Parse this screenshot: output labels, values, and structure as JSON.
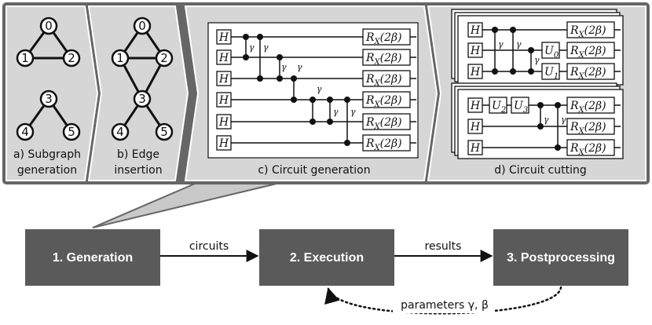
{
  "panels": {
    "subgraph": {
      "line1": "a) Subgraph",
      "line2": "generation"
    },
    "edge": {
      "line1": "b) Edge",
      "line2": "insertion"
    },
    "circuit": {
      "caption": "c) Circuit generation"
    },
    "cutting": {
      "caption": "d) Circuit cutting"
    }
  },
  "graph_a": {
    "nodes": [
      "0",
      "1",
      "2",
      "3",
      "4",
      "5"
    ]
  },
  "graph_b": {
    "nodes": [
      "0",
      "1",
      "2",
      "3",
      "4",
      "5"
    ]
  },
  "circuit": {
    "hadamard": "H",
    "gamma": "γ",
    "rx_gate": "R",
    "rx_sub": "X",
    "rx_arg": "(2β)"
  },
  "cut_gates": {
    "u0": "U",
    "u0_sub": "0",
    "u1": "U",
    "u1_sub": "1",
    "u2": "U",
    "u2_sub": "2",
    "u3": "U",
    "u3_sub": "3"
  },
  "pipeline": {
    "generation": "1. Generation",
    "execution": "2. Execution",
    "postprocessing": "3. Postprocessing",
    "circuits_label": "circuits",
    "results_label": "results",
    "params_label": "parameters γ, β"
  },
  "colors": {
    "outer_frame": "#666666",
    "panel_fill": "#d6d6d6",
    "box_fill": "#5a5a5a",
    "white": "#ffffff"
  }
}
